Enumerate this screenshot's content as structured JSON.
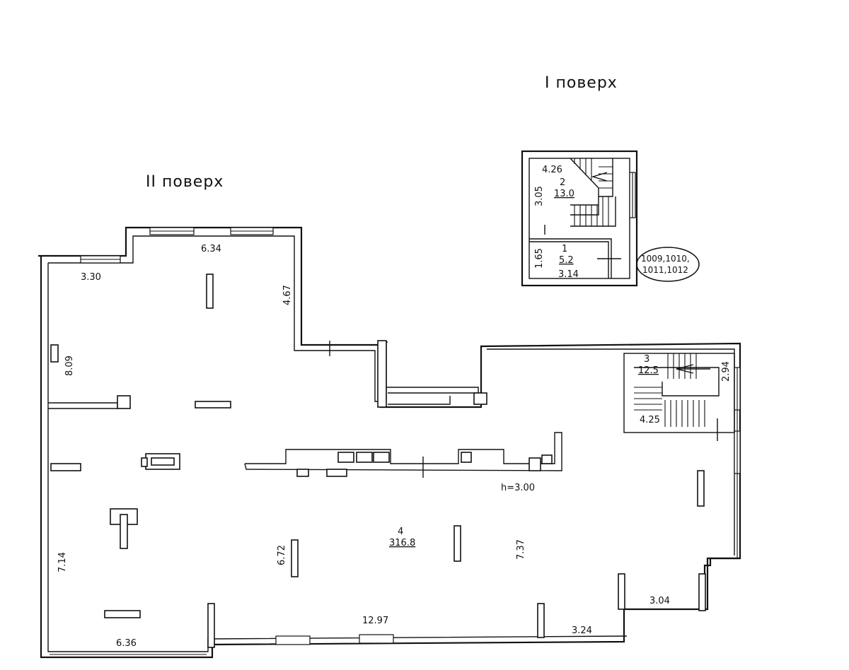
{
  "floors": {
    "first_title": "I поверх",
    "second_title": "II поверх"
  },
  "first_floor": {
    "room2": {
      "number": "2",
      "area": "13.0"
    },
    "room1": {
      "number": "1",
      "area": "5.2"
    },
    "dims": {
      "top": "4.26",
      "left_upper": "3.05",
      "left_lower": "1.65",
      "bottom": "3.14"
    },
    "label_line1": "1009,1010,",
    "label_line2": "1011,1012"
  },
  "second_floor": {
    "room3": {
      "number": "3",
      "area": "12.5"
    },
    "room4": {
      "number": "4",
      "area": "316.8"
    },
    "height": "h=3.00",
    "dims": {
      "d_330": "3.30",
      "d_634": "6.34",
      "d_467": "4.67",
      "d_809": "8.09",
      "d_714": "7.14",
      "d_672": "6.72",
      "d_737": "7.37",
      "d_636": "6.36",
      "d_1297": "12.97",
      "d_324": "3.24",
      "d_304": "3.04",
      "d_294": "2.94",
      "d_425": "4.25"
    }
  }
}
